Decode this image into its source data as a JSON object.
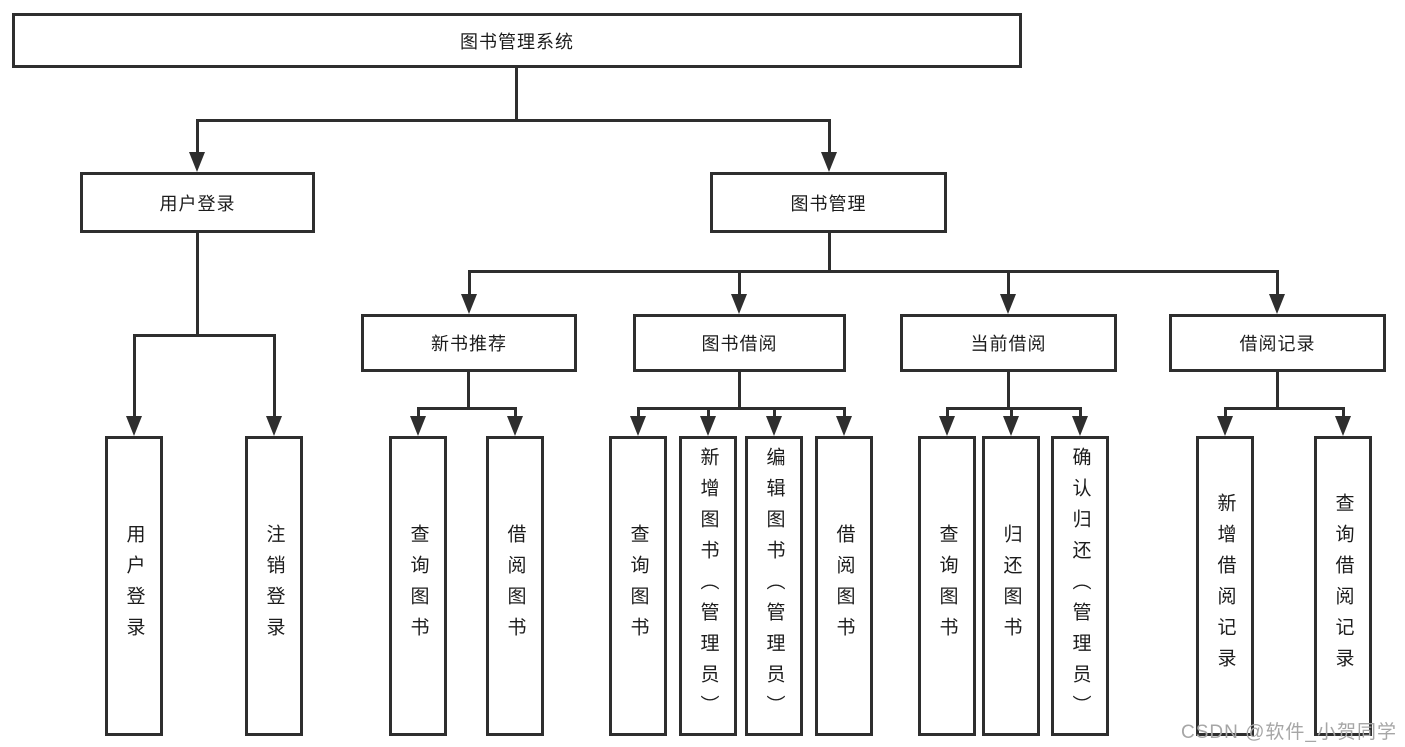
{
  "tree": {
    "root": "图书管理系统",
    "level2": [
      "用户登录",
      "图书管理"
    ],
    "level3": [
      "新书推荐",
      "图书借阅",
      "当前借阅",
      "借阅记录"
    ],
    "leaves": {
      "user_login": [
        "用户登录",
        "注销登录"
      ],
      "new_book": [
        "查询图书",
        "借阅图书"
      ],
      "book_borrow": [
        "查询图书",
        "新增图书（管理员）",
        "编辑图书（管理员）",
        "借阅图书"
      ],
      "current_borrow": [
        "查询图书",
        "归还图书",
        "确认归还（管理员）"
      ],
      "records": [
        "新增借阅记录",
        "查询借阅记录"
      ]
    }
  },
  "watermark": "CSDN @软件_小贺同学",
  "colors": {
    "line": "#2e2e2e",
    "box_border": "#2e2e2e",
    "text": "#1c1c1c",
    "watermark": "#a6a6a6",
    "background": "#ffffff"
  }
}
